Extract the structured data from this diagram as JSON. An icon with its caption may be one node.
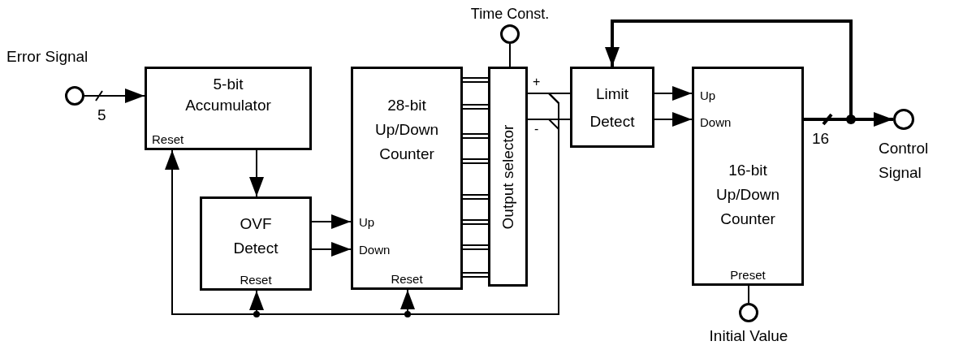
{
  "diagram": {
    "nodes": [
      {
        "text": [],
        "shape": "circle",
        "beside": [
          "Error Signal"
        ]
      },
      {
        "text": [
          "5-bit Accumulator",
          "Reset"
        ]
      },
      {
        "text": [
          "OVF Detect",
          "Reset"
        ]
      },
      {
        "text": [
          "28-bit Up/Down Counter",
          "Up",
          "Down",
          "Reset"
        ]
      },
      {
        "text": [
          "Output selector"
        ]
      },
      {
        "text": [],
        "shape": "circle",
        "beside": [
          "Time Const."
        ]
      },
      {
        "text": [
          "Limit Detect"
        ]
      },
      {
        "text": [
          "Up",
          "Down",
          "16-bit Up/Down Counter",
          "Preset"
        ]
      },
      {
        "text": [],
        "shape": "circle",
        "beside": [
          "Control Signal"
        ]
      },
      {
        "text": [],
        "shape": "circle",
        "beside": [
          "Initial Value"
        ]
      }
    ],
    "edges": [
      {
        "from": 0,
        "to": 1,
        "arrow": "to",
        "label": "5"
      },
      {
        "from": 1,
        "to": 2,
        "arrow": "to"
      },
      {
        "from": 2,
        "to": 3,
        "arrow": "to"
      },
      {
        "from": 2,
        "to": 3,
        "arrow": "to"
      },
      {
        "from": 3,
        "to": 4,
        "arrow": "none"
      },
      {
        "from": 5,
        "to": 4,
        "arrow": "none"
      },
      {
        "from": 4,
        "to": 6,
        "arrow": "none",
        "label": "+"
      },
      {
        "from": 4,
        "to": 6,
        "arrow": "none",
        "label": "-"
      },
      {
        "from": 6,
        "to": 7,
        "arrow": "to"
      },
      {
        "from": 6,
        "to": 7,
        "arrow": "to"
      },
      {
        "from": 7,
        "to": 8,
        "arrow": "to",
        "label": "16",
        "style": "thick"
      },
      {
        "from": 7,
        "to": 6,
        "arrow": "to",
        "style": "thick"
      },
      {
        "from": 9,
        "to": 7,
        "arrow": "none"
      },
      {
        "from": 4,
        "to": 1,
        "arrow": "to"
      },
      {
        "from": 4,
        "to": 2,
        "arrow": "to"
      },
      {
        "from": 4,
        "to": 3,
        "arrow": "to"
      }
    ]
  }
}
